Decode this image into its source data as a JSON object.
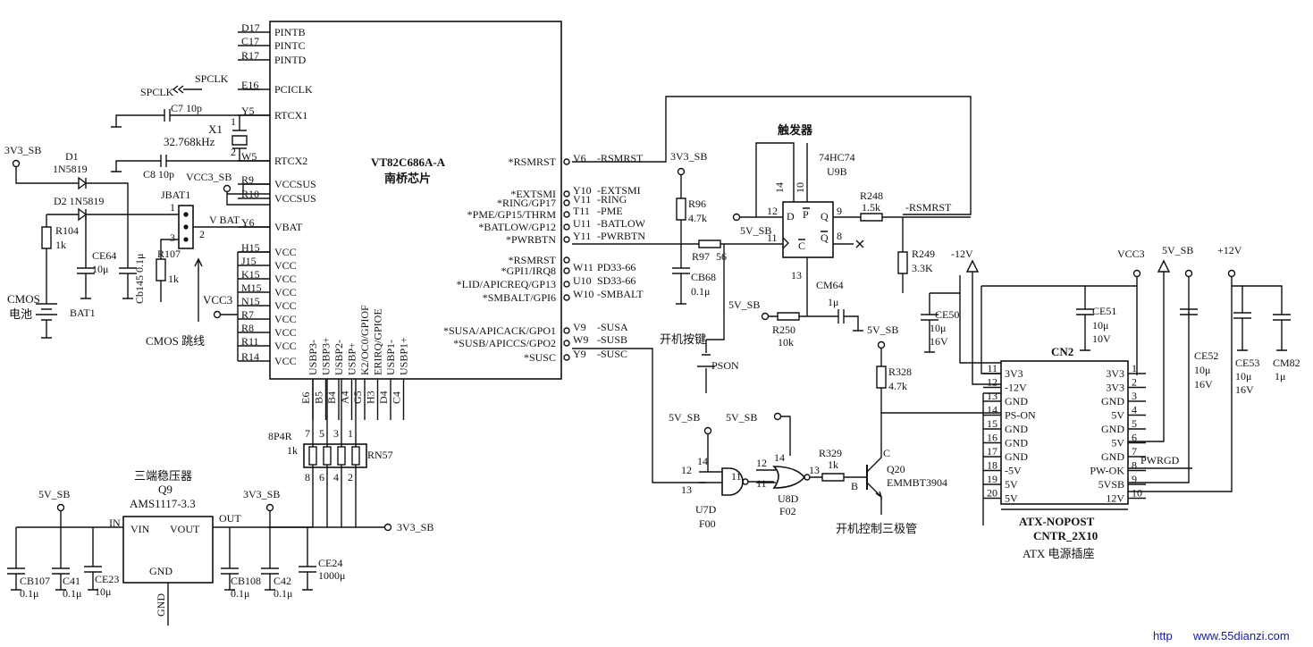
{
  "main_chip": {
    "part": "VT82C686A-A",
    "name": "南桥芯片",
    "left_pins": [
      {
        "ball": "D17",
        "name": "PINTB"
      },
      {
        "ball": "C17",
        "name": "PINTC"
      },
      {
        "ball": "R17",
        "name": "PINTD"
      },
      {
        "ball": "E16",
        "name": "PCICLK"
      },
      {
        "ball": "Y5",
        "name": "RTCX1"
      },
      {
        "ball": "W5",
        "name": "RTCX2"
      },
      {
        "ball": "R9",
        "name": "VCCSUS"
      },
      {
        "ball": "R10",
        "name": "VCCSUS"
      },
      {
        "ball": "Y6",
        "name": "VBAT"
      },
      {
        "ball": "H15",
        "name": "VCC"
      },
      {
        "ball": "J15",
        "name": "VCC"
      },
      {
        "ball": "K15",
        "name": "VCC"
      },
      {
        "ball": "M15",
        "name": "VCC"
      },
      {
        "ball": "N15",
        "name": "VCC"
      },
      {
        "ball": "R7",
        "name": "VCC"
      },
      {
        "ball": "R8",
        "name": "VCC"
      },
      {
        "ball": "R11",
        "name": "VCC"
      },
      {
        "ball": "R14",
        "name": "VCC"
      }
    ],
    "right_pins": [
      {
        "name": "*RSMRST",
        "ball": "V6",
        "net": "-RSMRST"
      },
      {
        "name": "*EXTSMI",
        "ball": "Y10",
        "net": "-EXTSMI"
      },
      {
        "name": "*RING/GP17",
        "ball": "V11",
        "net": "-RING"
      },
      {
        "name": "*PME/GP15/THRM",
        "ball": "T11",
        "net": "-PME"
      },
      {
        "name": "*BATLOW/GP12",
        "ball": "U11",
        "net": "-BATLOW"
      },
      {
        "name": "*PWRBTN",
        "ball": "Y11",
        "net": "-PWRBTN"
      },
      {
        "name": "*RSMRST",
        "ball": "",
        "net": ""
      },
      {
        "name": "*GPI1/IRQ8",
        "ball": "W11",
        "net": "PD33-66"
      },
      {
        "name": "*LID/APICREQ/GP13",
        "ball": "U10",
        "net": "SD33-66"
      },
      {
        "name": "*SMBALT/GPI6",
        "ball": "W10",
        "net": "-SMBALT"
      },
      {
        "name": "*SUSA/APICACK/GPO1",
        "ball": "V9",
        "net": "-SUSA"
      },
      {
        "name": "*SUSB/APICCS/GPO2",
        "ball": "W9",
        "net": "-SUSB"
      },
      {
        "name": "*SUSC",
        "ball": "Y9",
        "net": "-SUSC"
      }
    ],
    "bottom_pins": [
      {
        "name": "USBP3-",
        "ball": "E6"
      },
      {
        "name": "USBP3+",
        "ball": "B5"
      },
      {
        "name": "USBP2-",
        "ball": "B4"
      },
      {
        "name": "USBP+",
        "ball": "A4"
      },
      {
        "name": "K2/OC0/GPIOF",
        "ball": "G5"
      },
      {
        "name": "ERIRQ/GPIOE",
        "ball": "H3"
      },
      {
        "name": "USBP1-",
        "ball": "D4"
      },
      {
        "name": "USBP1+",
        "ball": "C4"
      }
    ]
  },
  "left_labels": {
    "spclk1": "SPCLK",
    "spclk2": "SPCLK",
    "c7": "C7 10p",
    "x1": "X1",
    "xtal_freq": "32.768kHz",
    "c8": "C8 10p",
    "vcc3sb": "VCC3_SB",
    "vbat": "V BAT",
    "d1_net": "3V3_SB",
    "d1": "D1",
    "d1_part": "1N5819",
    "d2": "D2 1N5819",
    "jbat": "JBAT1",
    "r104": "R104",
    "r104_val": "1k",
    "ce64": "CE64",
    "ce64_val": "10μ",
    "cb145": "Cb145 0.1μ",
    "r107": "R107",
    "r107_val": "1k",
    "cmos": "CMOS",
    "battery": "电池",
    "bat1": "BAT1",
    "vcc3": "VCC3",
    "jumper": "CMOS 跳线",
    "pin1": "1",
    "pin2": "2",
    "pin3": "3",
    "x1_pin1": "1",
    "x1_pin2": "2"
  },
  "regulator": {
    "title": "三端稳压器",
    "ref": "Q9",
    "part": "AMS1117-3.3",
    "vin": "VIN",
    "vout": "VOUT",
    "gnd": "GND",
    "in": "IN",
    "out": "OUT",
    "gnd_below": "GND",
    "in_net": "5V_SB",
    "out_net": "3V3_SB",
    "caps": [
      {
        "ref": "CB107",
        "val": "0.1μ"
      },
      {
        "ref": "C41",
        "val": "0.1μ"
      },
      {
        "ref": "CE23",
        "val": "10μ"
      },
      {
        "ref": "CB108",
        "val": "0.1μ"
      },
      {
        "ref": "C42",
        "val": "0.1μ"
      },
      {
        "ref": "CE24",
        "val": "1000μ"
      }
    ]
  },
  "rnet": {
    "ref": "RN57",
    "type": "8P4R",
    "val": "1k",
    "top_pins": [
      "7",
      "5",
      "3",
      "1"
    ],
    "bottom_pins": [
      "8",
      "6",
      "4",
      "2"
    ],
    "net": "3V3_SB"
  },
  "flipflop": {
    "title": "触发器",
    "part": "74HC74",
    "ref": "U9B",
    "pins": {
      "d": "D",
      "ck": "C",
      "q": "Q",
      "qbar": "Q",
      "pbar": "P",
      "cbar": "C"
    },
    "pin_nums": [
      "12",
      "11",
      "9",
      "8",
      "10",
      "14",
      "13"
    ],
    "vcc": "5V_SB"
  },
  "right_parts": {
    "r96": "R96",
    "r96_val": "4.7k",
    "r96_net": "3V3_SB",
    "r97": "R97",
    "r97_val": "56",
    "cb68": "CB68",
    "cb68_val": "0.1μ",
    "r248": "R248",
    "r248_val": "1.5k",
    "rsmrst": "-RSMRST",
    "r249": "R249",
    "r249_val": "3.3K",
    "cm64": "CM64",
    "cm64_val": "1μ",
    "r250": "R250",
    "r250_val": "10k",
    "r250_net": "5V_SB",
    "pson_btn": "开机按键",
    "pson": "PSON",
    "r328": "R328",
    "r328_val": "4.7k",
    "r328_net": "5V_SB",
    "ce50": "CE50",
    "ce50_val": "10μ",
    "ce50_v": "16V",
    "ce51": "CE51",
    "ce51_val": "10μ",
    "ce51_v": "10V",
    "ce52": "CE52",
    "ce52_val": "10μ",
    "ce52_v": "16V",
    "ce53": "CE53",
    "ce53_val": "10μ",
    "ce53_v": "16V",
    "cm82": "CM82",
    "cm82_val": "1μ",
    "u7d": "U7D",
    "u7d_part": "F00",
    "u7d_pins": [
      "12",
      "14",
      "13",
      "11"
    ],
    "u8d": "U8D",
    "u8d_part": "F02",
    "u8d_pins": [
      "12",
      "14",
      "11",
      "13"
    ],
    "r329": "R329",
    "r329_val": "1k",
    "q20": "Q20",
    "q20_part": "EMMBT3904",
    "q20_c": "C",
    "q20_b": "B",
    "q20_caption": "开机控制三极管",
    "net_5vsb_a": "5V_SB",
    "net_5vsb_b": "5V_SB",
    "n12v": "-12V",
    "vcc3": "VCC3",
    "v5sb": "5V_SB",
    "p12v": "+12V",
    "pwrgd": "PWRGD"
  },
  "atx": {
    "ref": "CN2",
    "left": [
      [
        "11",
        "3V3"
      ],
      [
        "12",
        "-12V"
      ],
      [
        "13",
        "GND"
      ],
      [
        "14",
        "PS-ON"
      ],
      [
        "15",
        "GND"
      ],
      [
        "16",
        "GND"
      ],
      [
        "17",
        "GND"
      ],
      [
        "18",
        "-5V"
      ],
      [
        "19",
        "5V"
      ],
      [
        "20",
        "5V"
      ]
    ],
    "right": [
      [
        "1",
        "3V3"
      ],
      [
        "2",
        "3V3"
      ],
      [
        "3",
        "GND"
      ],
      [
        "4",
        "5V"
      ],
      [
        "5",
        "GND"
      ],
      [
        "6",
        "5V"
      ],
      [
        "7",
        "GND"
      ],
      [
        "8",
        "PW-OK"
      ],
      [
        "9",
        "5VSB"
      ],
      [
        "10",
        "12V"
      ]
    ],
    "name1": "ATX-NOPOST",
    "name2": "CNTR_2X10",
    "caption": "ATX 电源插座"
  },
  "watermark": "www.55dianzi.com",
  "watermark_prefix": "http"
}
